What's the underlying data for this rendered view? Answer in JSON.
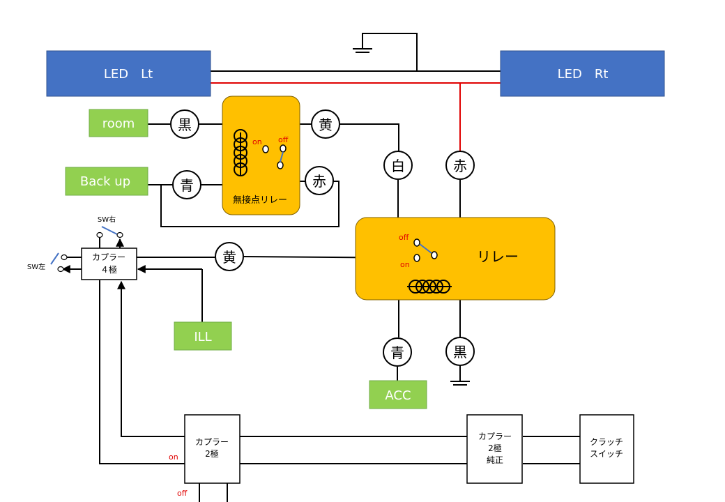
{
  "colors": {
    "led_fill": "#4472c4",
    "led_border": "#2f528f",
    "green_fill": "#92d050",
    "relay_fill": "#ffc000",
    "wire": "#000000",
    "red_wire": "#e00000",
    "switch_wire": "#4472c4"
  },
  "led": {
    "left": "LED　Lt",
    "right": "LED　Rt"
  },
  "inputs": {
    "room": "room",
    "backup": "Back up",
    "ill": "ILL",
    "acc": "ACC"
  },
  "connectors": {
    "black_1": "黒",
    "yellow_1": "黄",
    "blue_1": "青",
    "red_1": "赤",
    "white": "白",
    "red_2": "赤",
    "yellow_2": "黄",
    "blue_2": "青",
    "black_2": "黒"
  },
  "ssr": {
    "label": "無接点リレー",
    "on": "on",
    "off": "off"
  },
  "relay": {
    "label": "リレー",
    "on": "on",
    "off": "off"
  },
  "coupler4": {
    "line1": "カプラー",
    "line2": "４極"
  },
  "coupler2": {
    "line1": "カプラー",
    "line2": "2極"
  },
  "coupler2_oem": {
    "line1": "カプラー",
    "line2": "2極",
    "line3": "純正"
  },
  "clutch": {
    "line1": "クラッチ",
    "line2": "スイッチ"
  },
  "switches": {
    "right": "SW右",
    "left": "SW左"
  },
  "coupler_states": {
    "on": "on",
    "off": "off"
  }
}
